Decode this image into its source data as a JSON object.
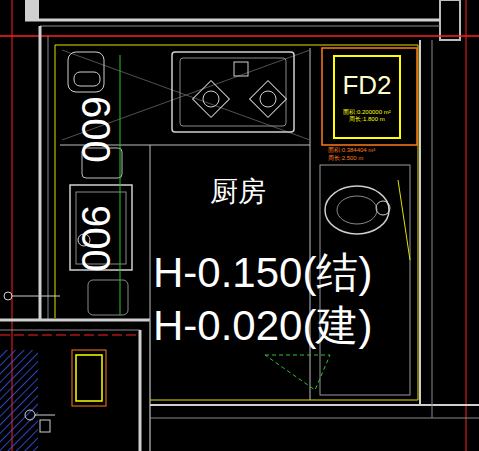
{
  "diagram": {
    "nodes": [
      {
        "text": [
          "FD2",
          "面积:0.200000 m²",
          "周长:1.800 m"
        ]
      }
    ],
    "labels": [
      "厨房",
      "H-0.150(结)",
      "H-0.020(建)",
      "面积:0.384404 m²",
      "周长:2.500 m",
      "600",
      "900"
    ]
  }
}
